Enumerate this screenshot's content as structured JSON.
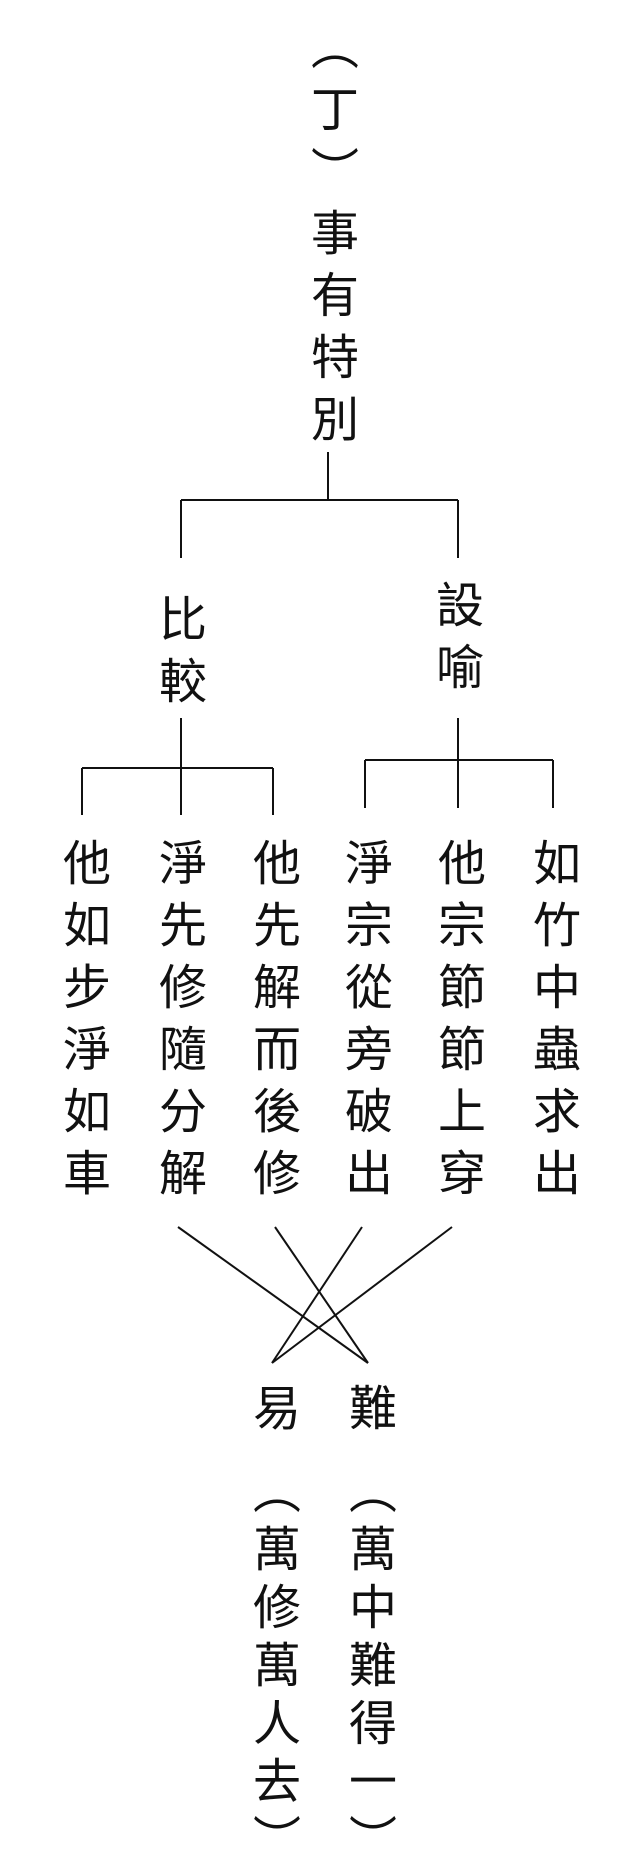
{
  "root": {
    "title": "（丁）事有特別"
  },
  "branches": {
    "left": {
      "label": "比較"
    },
    "right": {
      "label": "設喻"
    }
  },
  "phrases": {
    "left": [
      "他如步淨如車",
      "淨先修隨分解",
      "他先解而後修"
    ],
    "right": [
      "淨宗從旁破出",
      "他宗節節上穿",
      "如竹中蟲求出"
    ]
  },
  "outcomes": {
    "easy": {
      "label": "易",
      "note": "（萬修萬人去）"
    },
    "hard": {
      "label": "難",
      "note": "（萬中難得一）"
    }
  },
  "colors": {
    "ink": "#111111",
    "background": "#ffffff"
  }
}
